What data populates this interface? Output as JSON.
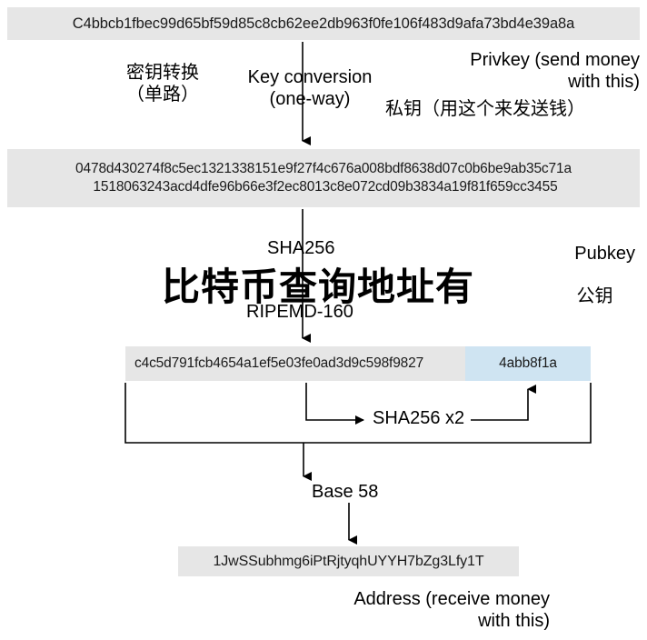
{
  "diagram": {
    "title": "Bitcoin key to address derivation",
    "colors": {
      "value_box_bg": "#e6e6e6",
      "checksum_bg": "#cfe4f2",
      "line": "#000000",
      "page_bg": "#ffffff"
    }
  },
  "privkey": {
    "value": "C4bbcb1fbec99d65bf59d85c8cb62ee2db963f0fe106f483d9afa73bd4e39a8a",
    "label_en": "Privkey (send money\nwith this)",
    "label_cn": "私钥（用这个来发送钱）"
  },
  "key_conversion": {
    "label_cn": "密钥转换\n（单路）",
    "label_en": "Key conversion\n(one-way)"
  },
  "pubkey": {
    "line1": "0478d430274f8c5ec1321338151e9f27f4c676a008bdf8638d07c0b6be9ab35c71a",
    "line2": "1518063243acd4dfe96b66e3f2ec8013c8e072cd09b3834a19f81f659cc3455",
    "label_en": "Pubkey",
    "label_cn": "公钥"
  },
  "steps": {
    "sha256": "SHA256",
    "ripemd160": "RIPEMD-160",
    "sha256_x2": "SHA256 x2",
    "base58": "Base 58"
  },
  "hash160": {
    "value": "c4c5d791fcb4654a1ef5e03fe0ad3d9c598f9827",
    "checksum": "4abb8f1a"
  },
  "address": {
    "value": "1JwSSubhmg6iPtRjtyqhUYYH7bZg3Lfy1T",
    "label_en": "Address (receive money\nwith this)"
  },
  "watermark": {
    "text": "比特币查询地址有"
  }
}
